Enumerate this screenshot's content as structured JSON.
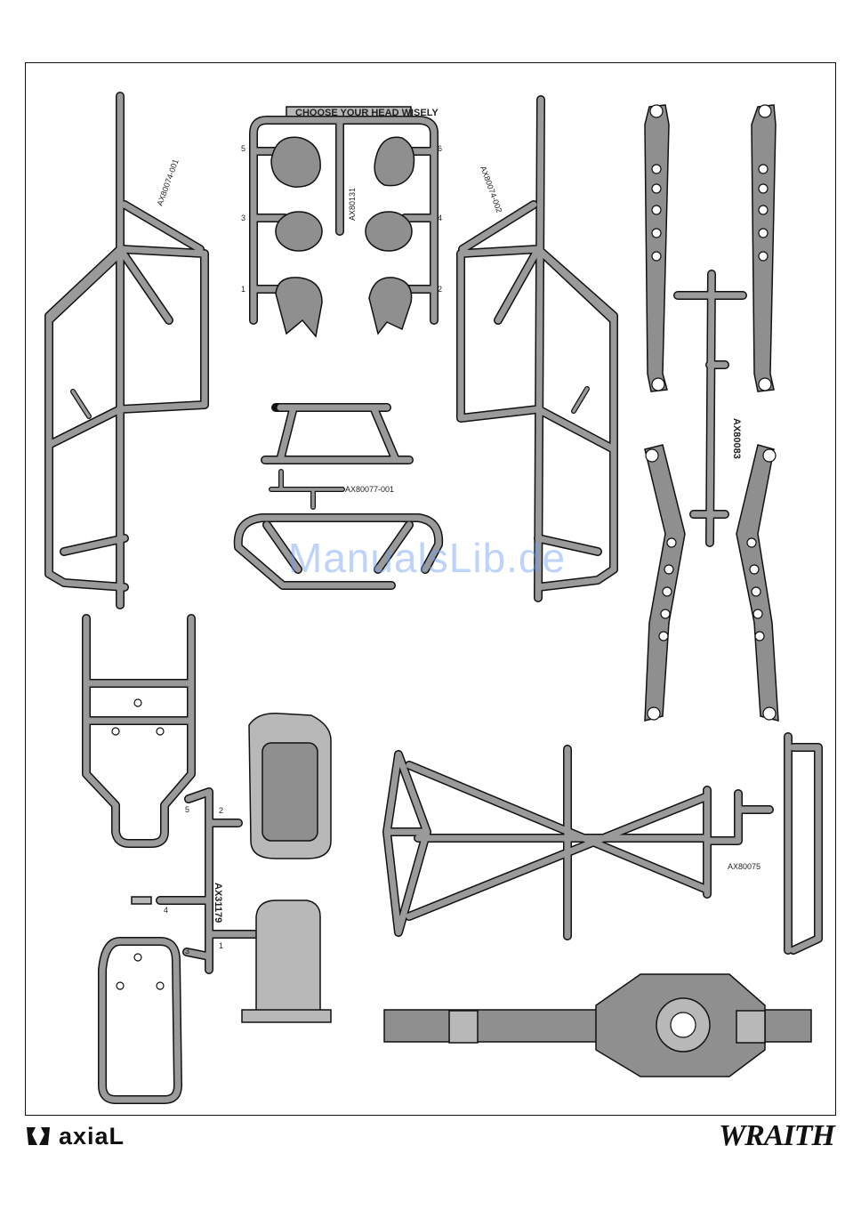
{
  "sprue_labels": {
    "head_tree_header": "CHOOSE YOUR HEAD WISELY",
    "head_tree_code": "AX80131",
    "cage_left_code": "AX80074-001",
    "cage_right_code": "AX80074-002",
    "bumper_code": "AX80077-001",
    "link_tree_code": "AX80083",
    "engine_tree_code": "AX31179",
    "rear_cage_code": "AX80075",
    "head_numbers": [
      "5",
      "3",
      "1",
      "6",
      "4",
      "2"
    ],
    "engine_numbers": [
      "2",
      "5",
      "4",
      "3",
      "1"
    ]
  },
  "watermark": "ManualsLib.de",
  "footer": {
    "brand_left": "axiaL",
    "brand_left_icon": "axial-logo-icon",
    "brand_right": "WRAITH"
  }
}
